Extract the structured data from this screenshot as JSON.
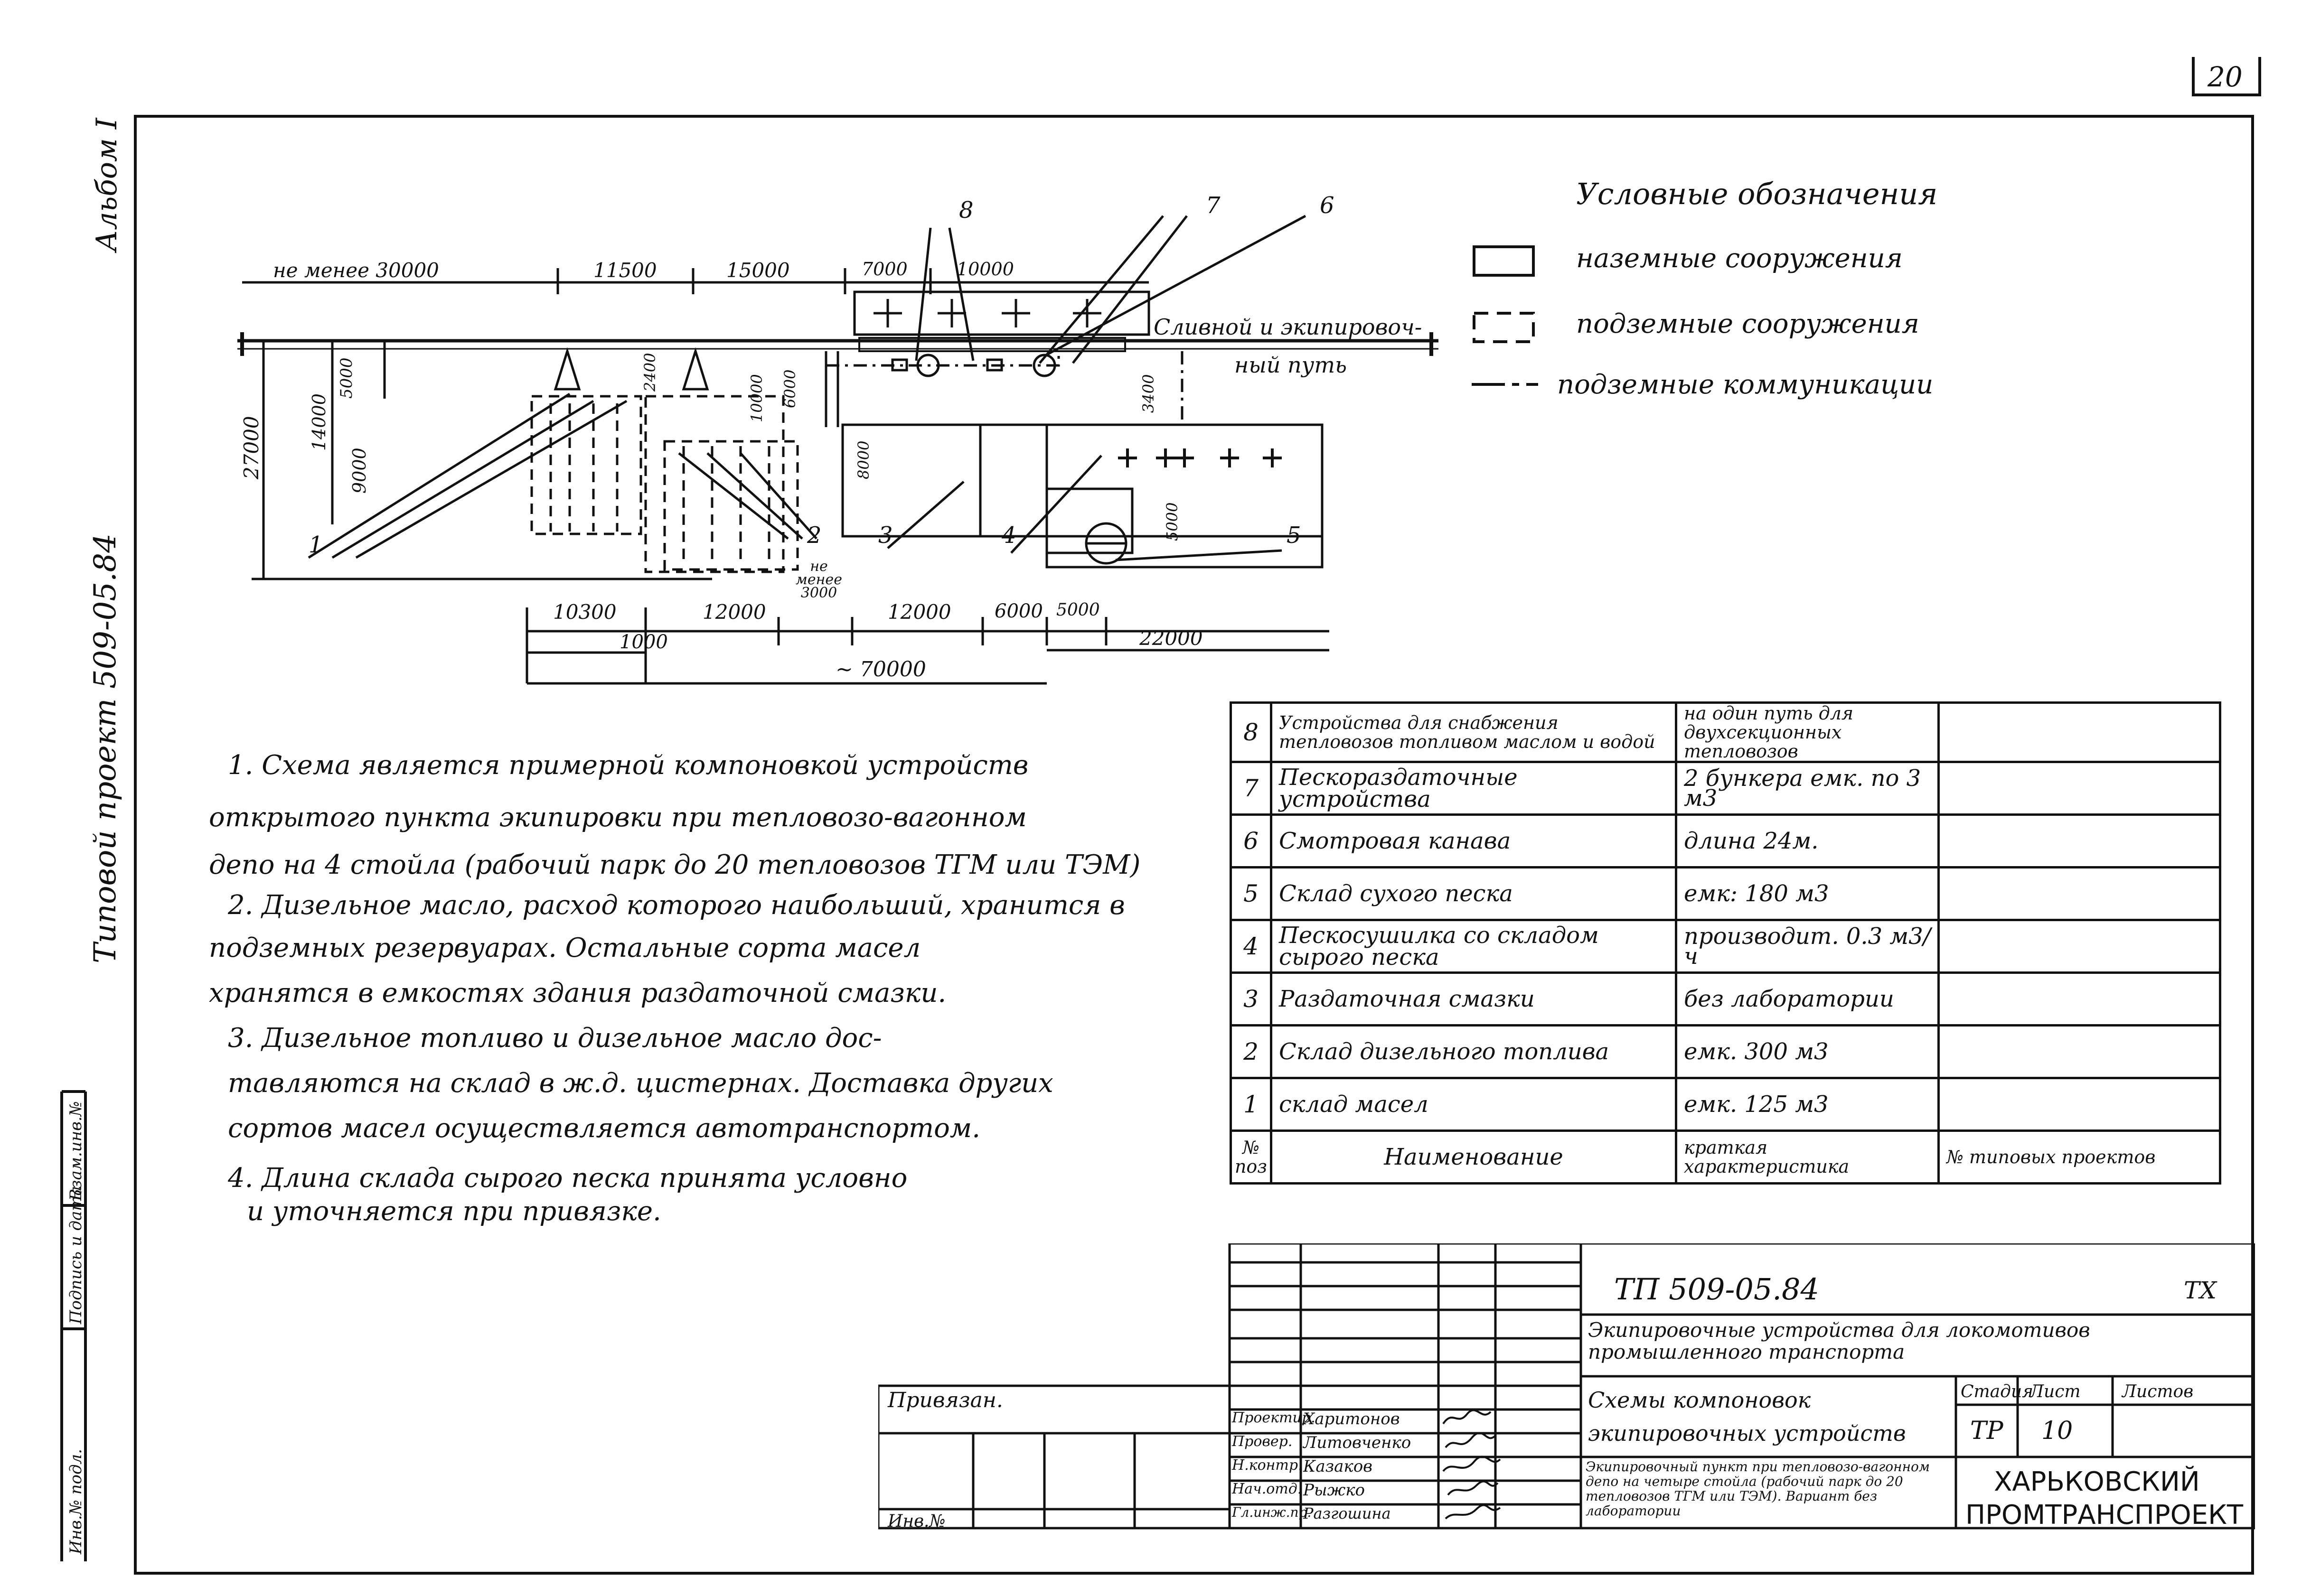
{
  "sheet_number": "20",
  "album": "Альбом I",
  "project_side": "Типовой проект 509-05.84",
  "side_fields": [
    "Инв.№ подл.",
    "Подпись и дата",
    "Взам.инв.№"
  ],
  "legend": {
    "title": "Условные обозначения",
    "items": [
      "наземные сооружения",
      "подземные сооружения",
      "подземные коммуникации"
    ]
  },
  "diagram": {
    "dims_top": [
      "не менее 30000",
      "11500",
      "15000",
      "7000",
      "10000"
    ],
    "dims_bottom": [
      "10300",
      "12000",
      "не менее 3000",
      "12000",
      "6000",
      "5000"
    ],
    "dims_bottom2": [
      "1000",
      "22000"
    ],
    "dim_total": "~ 70000",
    "dims_vertical": [
      "27000",
      "14000",
      "5000",
      "9000",
      "2400",
      "10000",
      "6000",
      "8000",
      "3400",
      "5000"
    ],
    "track_label": [
      "Сливной и экипировоч-",
      "ный путь"
    ],
    "callouts": [
      "1",
      "2",
      "3",
      "4",
      "5",
      "6",
      "7",
      "8"
    ]
  },
  "notes": [
    "1. Схема является примерной компоновкой устройств",
    "открытого пункта экипировки при тепловозо-вагонном",
    "депо на 4 стойла (рабочий парк до 20 тепловозов ТГМ или ТЭМ)",
    "2. Дизельное масло, расход которого наибольший, хранится в",
    "подземных резервуарах. Остальные сорта масел",
    "хранятся в емкостях здания раздаточной смазки.",
    "3. Дизельное топливо и дизельное масло дос-",
    "тавляются на склад в ж.д. цистернах. Доставка других",
    "сортов масел осуществляется автотранспортом.",
    "4. Длина склада сырого песка принята условно",
    "и уточняется при привязке."
  ],
  "spec_table": {
    "rows": [
      {
        "num": "8",
        "name": "Устройства для снабжения тепловозов топливом маслом и водой",
        "char": "на один путь для двухсекционных тепловозов",
        "proj": ""
      },
      {
        "num": "7",
        "name": "Пескораздаточные устройства",
        "char": "2 бункера емк. по 3 м3",
        "proj": ""
      },
      {
        "num": "6",
        "name": "Смотровая канава",
        "char": "длина 24м.",
        "proj": ""
      },
      {
        "num": "5",
        "name": "Склад сухого песка",
        "char": "емк: 180 м3",
        "proj": ""
      },
      {
        "num": "4",
        "name": "Пескосушилка со складом сырого песка",
        "char": "производит. 0.3 м3/ч",
        "proj": ""
      },
      {
        "num": "3",
        "name": "Раздаточная смазки",
        "char": "без лаборатории",
        "proj": ""
      },
      {
        "num": "2",
        "name": "Склад дизельного топлива",
        "char": "емк. 300 м3",
        "proj": ""
      },
      {
        "num": "1",
        "name": "склад масел",
        "char": "емк. 125 м3",
        "proj": ""
      }
    ],
    "header": {
      "num": "№ поз",
      "name": "Наименование",
      "char": "краткая характеристика",
      "proj": "№ типовых проектов"
    }
  },
  "title_block": {
    "code": "ТП 509-05.84",
    "mark": "ТХ",
    "object": "Экипировочные устройства для локомотивов промышленного транспорта",
    "sheet_title": "Схемы компоновок экипировочных устройств",
    "sheet_desc": "Экипировочный пункт при тепловозо-вагонном депо на четыре стойла (рабочий парк до 20 тепловозов ТГМ или ТЭМ). Вариант без лаборатории",
    "stage_label": "Стадия",
    "sheet_label": "Лист",
    "sheets_label": "Листов",
    "stage": "ТР",
    "sheet": "10",
    "sheets": "",
    "org": [
      "ХАРЬКОВСКИЙ",
      "ПРОМТРАНСПРОЕКТ"
    ],
    "attached": "Привязан.",
    "inv": "Инв.№",
    "staff": [
      {
        "role": "Проектир.",
        "name": "Харитонов"
      },
      {
        "role": "Провер.",
        "name": "Литовченко"
      },
      {
        "role": "Н.контр.",
        "name": "Казаков"
      },
      {
        "role": "Нач.отд.",
        "name": "Рыжко"
      },
      {
        "role": "Гл.инж.пр.",
        "name": "Разгошина"
      }
    ]
  }
}
